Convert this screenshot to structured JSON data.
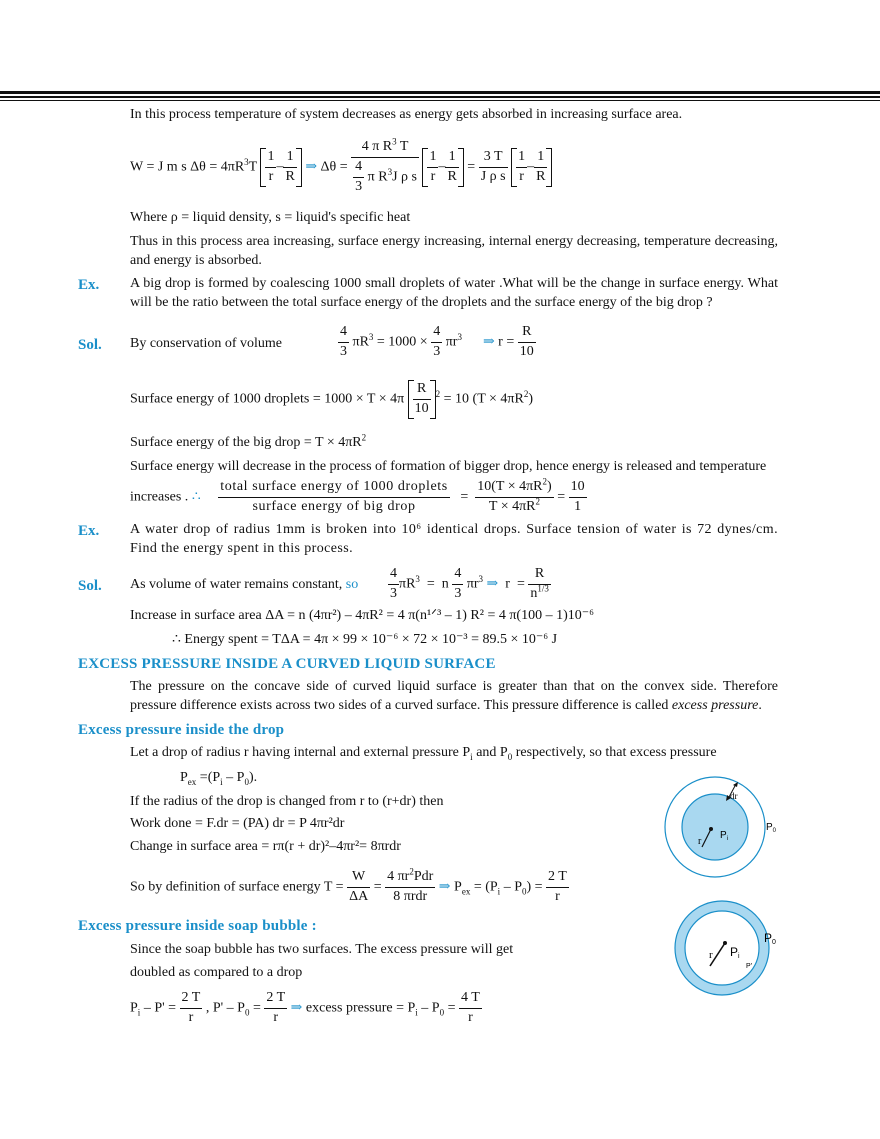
{
  "p1": "In this process temperature of system decreases as energy gets absorbed in increasing surface area.",
  "where": "Where ρ = liquid density, s = liquid's specific heat",
  "thus": "Thus in this process area increasing, surface energy increasing, internal energy decreasing, temperature decreasing, and energy is absorbed.",
  "ex_label": "Ex.",
  "sol_label": "Sol.",
  "ex1": "A big drop is formed by coalescing 1000 small droplets of water .What will be the change in surface energy. What will be the ratio between the total surface energy of the droplets and the surface energy of the big drop ?",
  "sol1_text": "By conservation of volume",
  "se_droplets": "Surface energy of 1000 droplets = 1000 ×  T ×  4π",
  "se_big": "Surface energy of the big drop = T ×  4πR",
  "se_decrease": "Surface energy will decrease in the process of formation of bigger drop, hence energy is released and temperature",
  "increases": "increases .",
  "ratio_num": "total surface energy of 1000 droplets",
  "ratio_den": "surface energy of big drop",
  "ex2": "A water drop of radius 1mm is broken into 10⁶ identical drops. Surface tension of water is 72 dynes/cm. Find the energy spent in this process.",
  "sol2_text": "As volume of water remains constant,",
  "sol2_so": "so",
  "increase_area": "Increase in surface area  ΔA = n (4πr²) – 4πR² = 4 π(n¹ᐟ³ – 1) R²  = 4 π(100  – 1)10⁻⁶",
  "energy_spent": "∴  Energy spent   = TΔA = 4π × 99 ×  10⁻⁶ ×  72 ×  10⁻³ = 89.5 ×  10⁻⁶ J",
  "heading_excess": "EXCESS PRESSURE INSIDE A CURVED LIQUID SURFACE",
  "excess_para_a": "The pressure on the concave side of curved liquid surface is greater than that on the convex side. Therefore pressure difference exists across two sides of a curved surface. This pressure difference is called",
  "excess_para_b": "excess pressure",
  "heading_drop": "Excess pressure inside the drop",
  "drop_p1": "Let a drop of radius r having internal and external pressure P",
  "drop_p1_mid": "and P",
  "drop_p1_end": "respectively, so that excess pressure",
  "pex_line": "=(P",
  "radius_change": "If the radius of the drop is changed from r to (r+dr) then",
  "work_done": "Work done = F.dr = (PA) dr = P 4πr²dr",
  "change_area": "Change in surface area  = rπ(r + dr)²–4πr²= 8πrdr",
  "so_def": "So by definition of surface energy T =",
  "heading_bubble": "Excess pressure inside soap bubble :",
  "bubble_p1": "Since the soap bubble has two surfaces. The excess pressure will get",
  "bubble_p2": "doubled as compared to a drop",
  "excess_eq_text": "excess pressure = P",
  "diagram_drop": {
    "dr": "dr",
    "r": "r",
    "pi": "P",
    "pi_sub": "i",
    "p0": "P",
    "p0_sub": "0",
    "fill": "#a9d8f0",
    "stroke": "#1a8fc9"
  },
  "diagram_bubble": {
    "r": "r",
    "pi": "P",
    "pi_sub": "i",
    "pprime": "P'",
    "p0": "P",
    "p0_sub": "0",
    "ring_fill": "#a9d8f0",
    "stroke": "#1a8fc9"
  }
}
